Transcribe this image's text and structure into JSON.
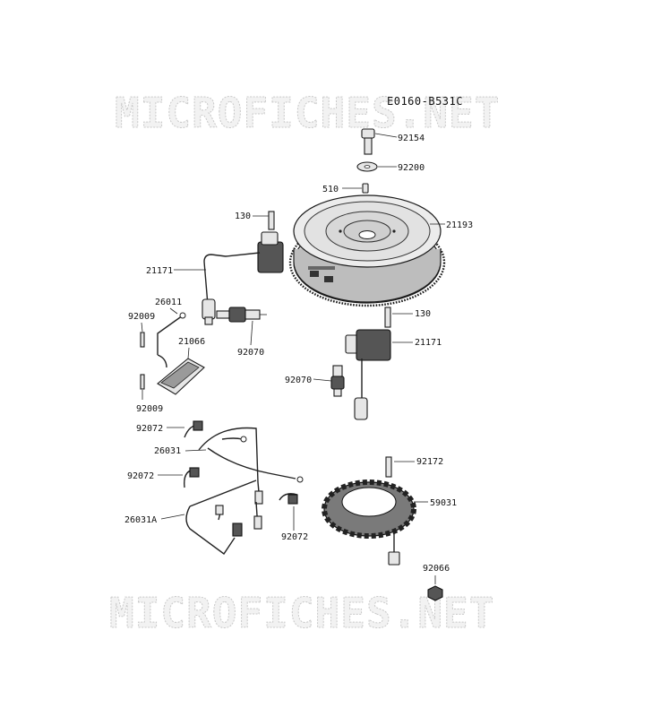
{
  "diagram_code": "E0160-B531C",
  "watermarks": [
    "MICROFICHES.NET",
    "MICROFICHES.NET"
  ],
  "parts": [
    {
      "id": "p92154a",
      "label": "92154"
    },
    {
      "id": "p92200",
      "label": "92200"
    },
    {
      "id": "p510",
      "label": "510"
    },
    {
      "id": "p130a",
      "label": "130"
    },
    {
      "id": "p21193",
      "label": "21193"
    },
    {
      "id": "p21171a",
      "label": "21171"
    },
    {
      "id": "p26011",
      "label": "26011"
    },
    {
      "id": "p92009a",
      "label": "92009"
    },
    {
      "id": "p21066",
      "label": "21066"
    },
    {
      "id": "p92070a",
      "label": "92070"
    },
    {
      "id": "p130b",
      "label": "130"
    },
    {
      "id": "p21171b",
      "label": "21171"
    },
    {
      "id": "p92070b",
      "label": "92070"
    },
    {
      "id": "p92009b",
      "label": "92009"
    },
    {
      "id": "p92072a",
      "label": "92072"
    },
    {
      "id": "p26031",
      "label": "26031"
    },
    {
      "id": "p92172",
      "label": "92172"
    },
    {
      "id": "p92072b",
      "label": "92072"
    },
    {
      "id": "p59031",
      "label": "59031"
    },
    {
      "id": "p26031A",
      "label": "26031A"
    },
    {
      "id": "p92072c",
      "label": "92072"
    },
    {
      "id": "p92066",
      "label": "92066"
    }
  ]
}
